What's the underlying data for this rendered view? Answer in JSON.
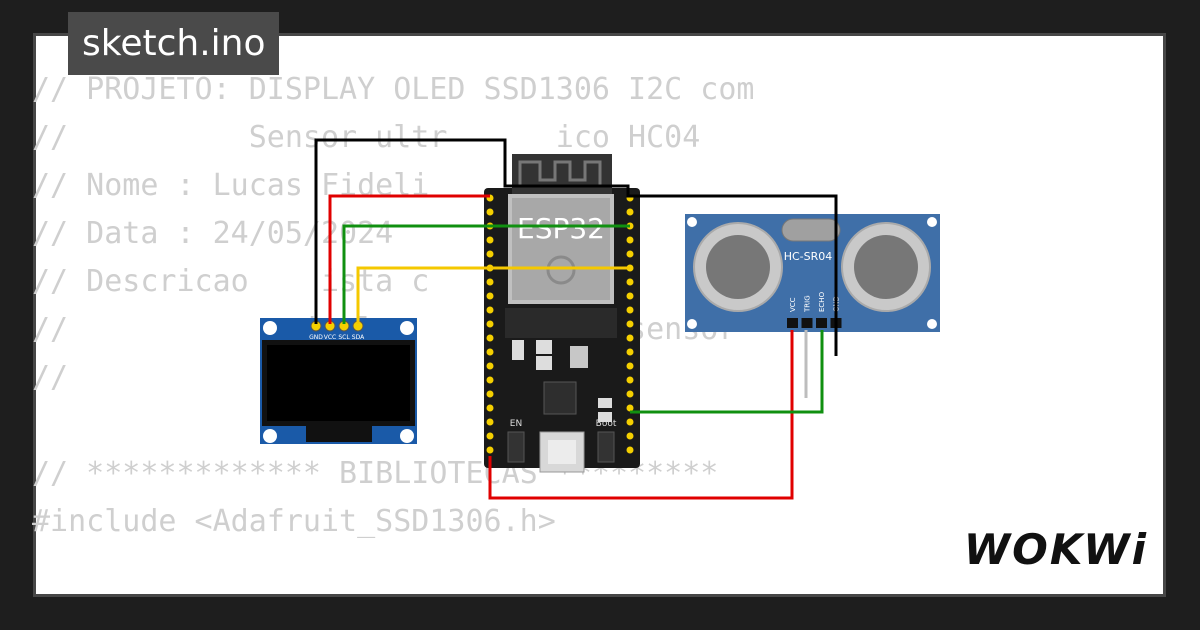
{
  "tab": {
    "filename": "sketch.ino"
  },
  "code_lines": [
    "// PROJETO: DISPLAY OLED SSD1306 I2C com",
    "//          Sensor ultr      ico HC04",
    "// Nome : Lucas Fideli         a",
    "// Data : 24/05/2024",
    "// Descricao    ista c         s",
    "//             ispl        com o sensor",
    "//             rass",
    "",
    "// ************* BIBLIOTECAS *********",
    "#include <Adafruit_SSD1306.h>"
  ],
  "logo": {
    "text": "WOKWi"
  },
  "esp32": {
    "label": "ESP32",
    "en_label": "EN",
    "boot_label": "Boot"
  },
  "oled": {
    "pins": [
      "GND",
      "VCC",
      "SCL",
      "SDA"
    ]
  },
  "ultrasonic": {
    "label": "HC-SR04",
    "pins": [
      "VCC",
      "TRIG",
      "ECHO",
      "GND"
    ]
  },
  "colors": {
    "wire_black": "#000000",
    "wire_red": "#e00000",
    "wire_green": "#109010",
    "wire_yellow": "#f5c800",
    "board_black": "#1a1a1a",
    "sensor_blue": "#3f6fa8",
    "oled_blue": "#1a5aa8"
  }
}
